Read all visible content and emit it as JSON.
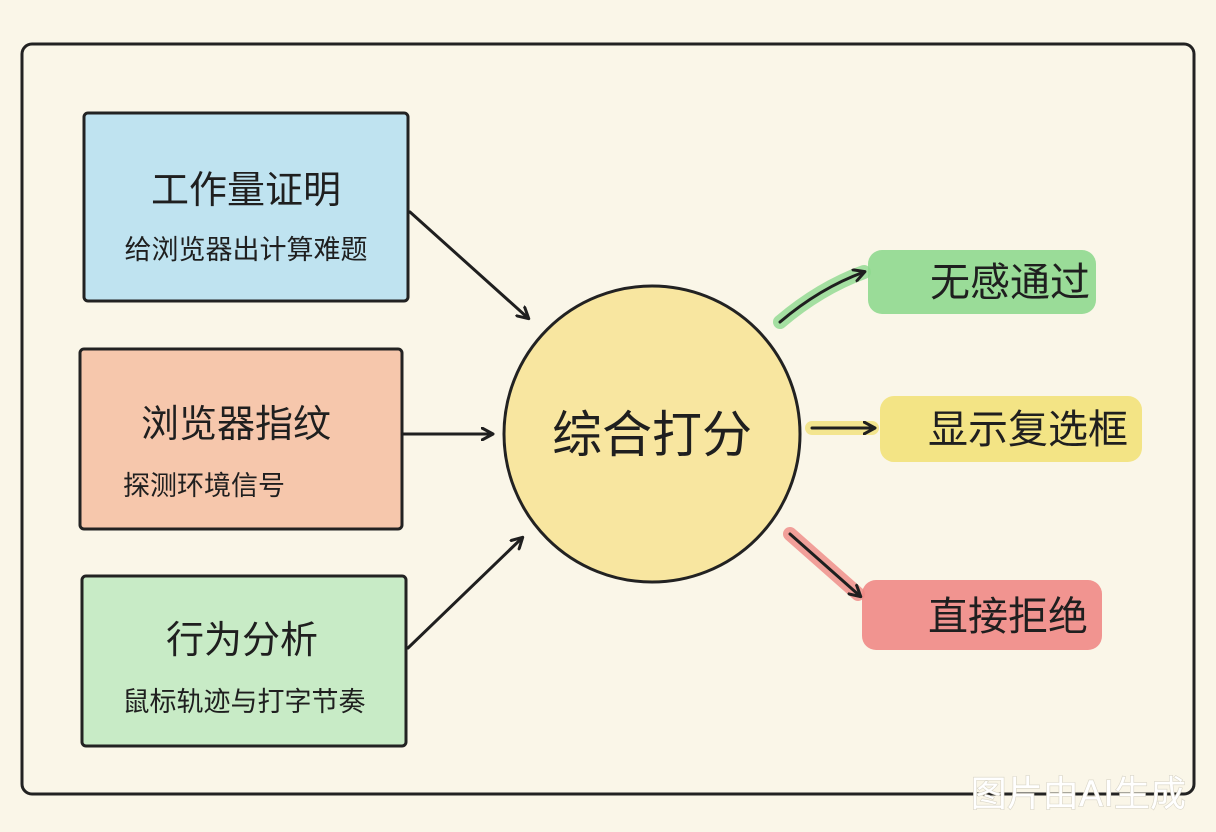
{
  "inputs": [
    {
      "title": "工作量证明",
      "subtitle": "给浏览器出计算难题",
      "color": "#bfe3f0"
    },
    {
      "title": "浏览器指纹",
      "subtitle": "探测环境信号",
      "color": "#f6c7ac"
    },
    {
      "title": "行为分析",
      "subtitle": "鼠标轨迹与打字节奏",
      "color": "#c8ebc6"
    }
  ],
  "center": {
    "label": "综合打分",
    "color": "#f8e6a0"
  },
  "outcomes": [
    {
      "label": "无感通过",
      "color": "#8fd98f"
    },
    {
      "label": "显示复选框",
      "color": "#f2e27a"
    },
    {
      "label": "直接拒绝",
      "color": "#ef8a86"
    }
  ],
  "watermark": "图片由AI生成",
  "colors": {
    "background": "#faf6e8",
    "stroke": "#1f1f1f"
  }
}
